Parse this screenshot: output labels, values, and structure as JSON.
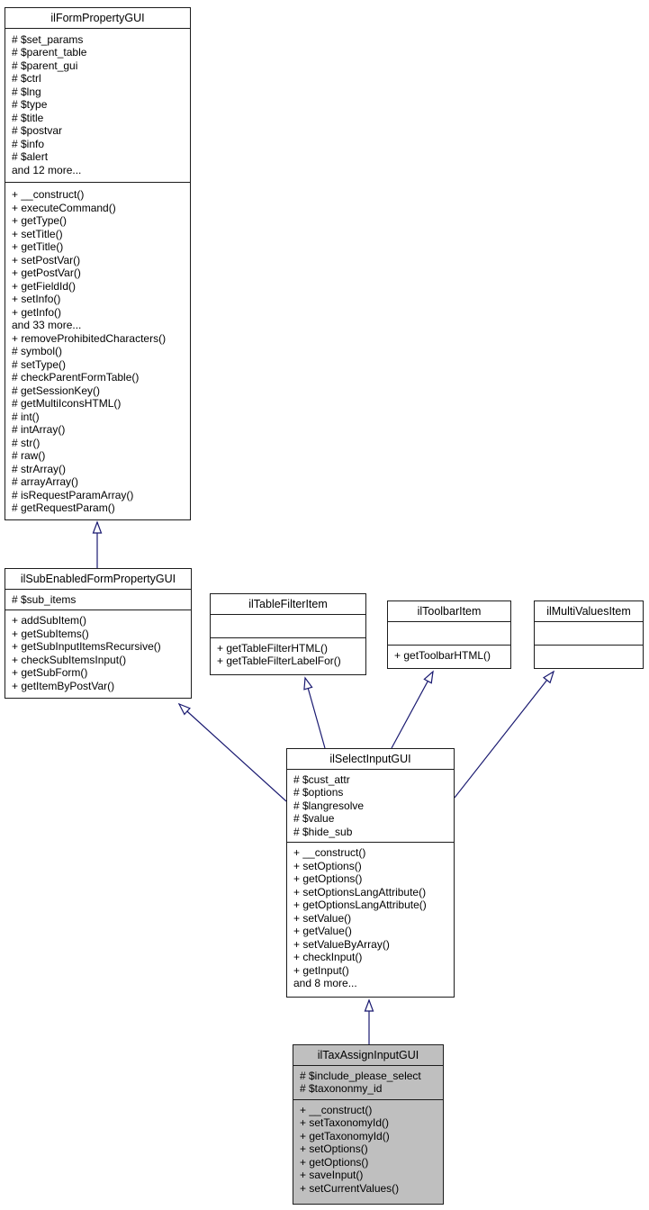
{
  "diagram": {
    "type": "uml-class-inheritance",
    "colors": {
      "background": "#ffffff",
      "node_fill": "#ffffff",
      "node_border": "#1c1c1c",
      "highlight_fill": "#bfbfbf",
      "arrow": "#191970",
      "text": "#000000"
    },
    "classes": {
      "form": {
        "name": "ilFormPropertyGUI",
        "attributes": [
          "# $set_params",
          "# $parent_table",
          "# $parent_gui",
          "# $ctrl",
          "# $lng",
          "# $type",
          "# $title",
          "# $postvar",
          "# $info",
          "# $alert",
          "and 12 more..."
        ],
        "methods": [
          "+ __construct()",
          "+ executeCommand()",
          "+ getType()",
          "+ setTitle()",
          "+ getTitle()",
          "+ setPostVar()",
          "+ getPostVar()",
          "+ getFieldId()",
          "+ setInfo()",
          "+ getInfo()",
          "and 33 more...",
          "+ removeProhibitedCharacters()",
          "# symbol()",
          "# setType()",
          "# checkParentFormTable()",
          "# getSessionKey()",
          "# getMultiIconsHTML()",
          "# int()",
          "# intArray()",
          "# str()",
          "# raw()",
          "# strArray()",
          "# arrayArray()",
          "# isRequestParamArray()",
          "# getRequestParam()"
        ]
      },
      "subenabled": {
        "name": "ilSubEnabledFormPropertyGUI",
        "attributes": [
          "# $sub_items"
        ],
        "methods": [
          "+ addSubItem()",
          "+ getSubItems()",
          "+ getSubInputItemsRecursive()",
          "+ checkSubItemsInput()",
          "+ getSubForm()",
          "+ getItemByPostVar()"
        ]
      },
      "tablefilter": {
        "name": "ilTableFilterItem",
        "attributes": [],
        "methods": [
          "+ getTableFilterHTML()",
          "+ getTableFilterLabelFor()"
        ]
      },
      "toolbar": {
        "name": "ilToolbarItem",
        "attributes": [],
        "methods": [
          "+ getToolbarHTML()"
        ]
      },
      "multivalues": {
        "name": "ilMultiValuesItem",
        "attributes": [],
        "methods": []
      },
      "select": {
        "name": "ilSelectInputGUI",
        "attributes": [
          "# $cust_attr",
          "# $options",
          "# $langresolve",
          "# $value",
          "# $hide_sub"
        ],
        "methods": [
          "+ __construct()",
          "+ setOptions()",
          "+ getOptions()",
          "+ setOptionsLangAttribute()",
          "+ getOptionsLangAttribute()",
          "+ setValue()",
          "+ getValue()",
          "+ setValueByArray()",
          "+ checkInput()",
          "+ getInput()",
          "and 8 more..."
        ]
      },
      "tax": {
        "name": "ilTaxAssignInputGUI",
        "highlighted": true,
        "attributes": [
          "# $include_please_select",
          "# $taxononmy_id"
        ],
        "methods": [
          "+ __construct()",
          "+ setTaxonomyId()",
          "+ getTaxonomyId()",
          "+ setOptions()",
          "+ getOptions()",
          "+ saveInput()",
          "+ setCurrentValues()"
        ]
      }
    },
    "relations": [
      {
        "from": "ilSubEnabledFormPropertyGUI",
        "to": "ilFormPropertyGUI",
        "type": "inheritance"
      },
      {
        "from": "ilSelectInputGUI",
        "to": "ilSubEnabledFormPropertyGUI",
        "type": "inheritance"
      },
      {
        "from": "ilSelectInputGUI",
        "to": "ilTableFilterItem",
        "type": "inheritance"
      },
      {
        "from": "ilSelectInputGUI",
        "to": "ilToolbarItem",
        "type": "inheritance"
      },
      {
        "from": "ilSelectInputGUI",
        "to": "ilMultiValuesItem",
        "type": "inheritance"
      },
      {
        "from": "ilTaxAssignInputGUI",
        "to": "ilSelectInputGUI",
        "type": "inheritance"
      }
    ]
  }
}
